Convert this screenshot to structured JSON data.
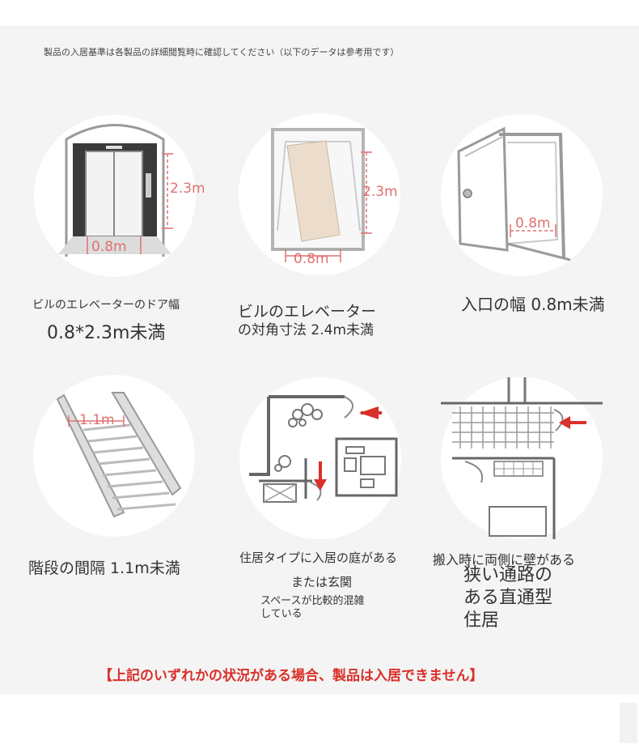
{
  "header_note": "製品の入居基準は各製品の詳細閲覧時に確認してください（以下のデータは参考用です）",
  "items": [
    {
      "dims": [
        "2.3m",
        "0.8m"
      ],
      "caption_lines": [
        "ビルのエレベーターのドア幅",
        "0.8*2.3m未満"
      ],
      "icon": "elevator-door-icon"
    },
    {
      "dims": [
        "2.3m",
        "0.8m"
      ],
      "caption_lines": [
        "ビルのエレベーター",
        "の対角寸法 2.4m未満"
      ],
      "icon": "elevator-diagonal-icon"
    },
    {
      "dims": [
        "0.8m"
      ],
      "caption_lines": [
        "入口の幅 0.8m未満"
      ],
      "icon": "entrance-door-icon"
    },
    {
      "dims": [
        "1.1m"
      ],
      "caption_lines": [
        "階段の間隔 1.1m未満"
      ],
      "icon": "staircase-icon"
    },
    {
      "dims": [],
      "caption_lines": [
        "住居タイプに入居の庭がある",
        "または玄関",
        "スペースが比較的混雑",
        "している"
      ],
      "icon": "floorplan-courtyard-icon"
    },
    {
      "dims": [],
      "caption_lines": [
        "搬入時に両側に壁がある",
        "狭い通路の",
        "ある直通型",
        "住居"
      ],
      "icon": "narrow-passage-icon"
    }
  ],
  "footer_warning": "【上記のいずれかの状況がある場合、製品は入居できません】",
  "colors": {
    "accent_red": "#d9302a",
    "dimension_pink": "#e07070",
    "panel_bg": "#f4f4f4"
  }
}
